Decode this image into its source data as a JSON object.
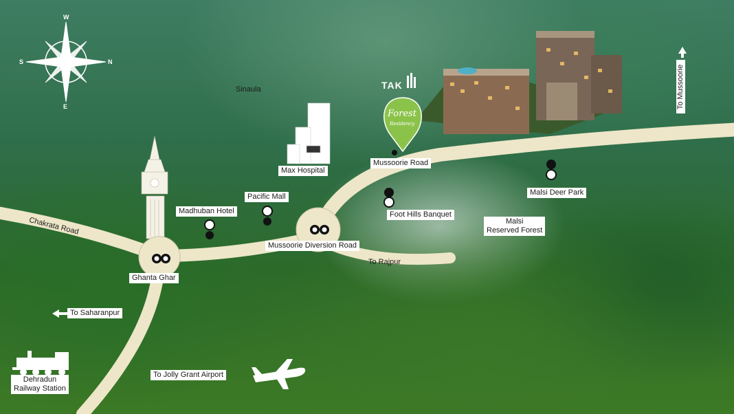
{
  "compass": {
    "north": "N",
    "south": "S",
    "east": "E",
    "west": "W"
  },
  "brand": "TAK",
  "project_name": "Forest",
  "project_sub": "Residency",
  "labels": {
    "sinaula": "Sinaula",
    "max_hospital": "Max Hospital",
    "mussoorie_road": "Mussoorie Road",
    "pacific_mall": "Pacific Mall",
    "madhuban_hotel": "Madhuban Hotel",
    "foot_hills_banquet": "Foot Hills Banquet",
    "malsi_deer_park": "Malsi Deer Park",
    "malsi_forest_line1": "Malsi",
    "malsi_forest_line2": "Reserved Forest",
    "chakrata_road": "Chakrata Road",
    "mussoorie_diversion_road": "Mussoorie Diversion Road",
    "to_rajpur": "To Rajpur",
    "ghanta_ghar": "Ghanta Ghar",
    "to_saharanpur": "To Saharanpur",
    "to_jolly_grant": "To Jolly Grant Airport",
    "railway_line1": "Dehradun",
    "railway_line2": "Railway Station",
    "to_mussoorie": "To Mussoorie"
  },
  "colors": {
    "road": "#ede6c8",
    "pin": "#8bc34a",
    "label_bg": "#ffffff"
  }
}
